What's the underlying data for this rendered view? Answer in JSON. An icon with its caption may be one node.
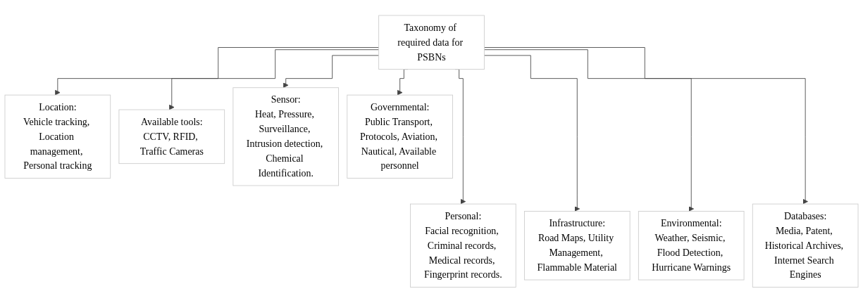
{
  "diagram": {
    "nodes": [
      {
        "text": [
          "Taxonomy of required data for PSBNs"
        ]
      },
      {
        "text": [
          "Location:",
          "Vehicle tracking, Location management, Personal tracking"
        ]
      },
      {
        "text": [
          "Personal:",
          "Facial recognition, Criminal records, Medical records, Fingerprint records."
        ]
      },
      {
        "text": [
          "Available tools:",
          "CCTV, RFID, Traffic Cameras"
        ]
      },
      {
        "text": [
          "Infrastructure:",
          "Road Maps, Utility Management, Flammable Material"
        ]
      },
      {
        "text": [
          "Sensor:",
          "Heat, Pressure, Surveillance, Intrusion detection, Chemical Identification."
        ]
      },
      {
        "text": [
          "Environmental:",
          "Weather, Seismic, Flood Detection, Hurricane Warnings"
        ]
      },
      {
        "text": [
          "Governmental:",
          "Public Transport, Protocols, Aviation, Nautical, Available personnel"
        ]
      },
      {
        "text": [
          "Databases:",
          "Media, Patent, Historical Archives, Internet Search Engines"
        ]
      }
    ],
    "edges": [
      {
        "from": 0,
        "to": 1,
        "arrow": "to"
      },
      {
        "from": 0,
        "to": 2,
        "arrow": "to"
      },
      {
        "from": 0,
        "to": 3,
        "arrow": "to"
      },
      {
        "from": 0,
        "to": 4,
        "arrow": "to"
      },
      {
        "from": 0,
        "to": 5,
        "arrow": "to"
      },
      {
        "from": 0,
        "to": 6,
        "arrow": "to"
      },
      {
        "from": 0,
        "to": 7,
        "arrow": "to"
      },
      {
        "from": 0,
        "to": 8,
        "arrow": "to"
      }
    ]
  }
}
